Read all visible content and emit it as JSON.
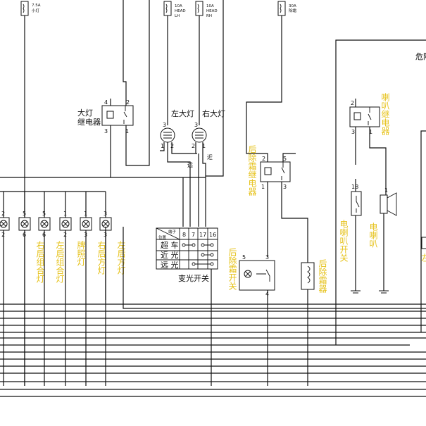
{
  "fuses": [
    {
      "rating": "7.5A",
      "name": "小灯"
    },
    {
      "rating": "10A",
      "name": "HEAD",
      "sub": "LH"
    },
    {
      "rating": "10A",
      "name": "HEAD",
      "sub": "RH"
    },
    {
      "rating": "30A",
      "name": "除霜"
    }
  ],
  "top_right_label": "危险",
  "headlamp_relay": {
    "label_line1": "大灯",
    "label_line2": "继电器",
    "pins": [
      "4",
      "2",
      "3",
      "1"
    ]
  },
  "left_headlamp": {
    "label": "左大灯",
    "pins": [
      "3",
      "1",
      "2"
    ]
  },
  "right_headlamp": {
    "label": "右大灯",
    "pins": [
      "3",
      "2",
      "1"
    ]
  },
  "beam_labels": {
    "far": "远",
    "near": "近"
  },
  "defrost_relay": {
    "label": "后除霜继电器",
    "pins": [
      "2",
      "5",
      "1",
      "3"
    ]
  },
  "horn_relay": {
    "label": "喇叭继电器",
    "pins": [
      "2",
      "3",
      "1"
    ]
  },
  "lamp_row": {
    "lamps": [
      {
        "pin_top": "2",
        "pin_bottom": "2",
        "label": ""
      },
      {
        "pin_top": "5",
        "pin_bottom": "6",
        "label": "右后组合灯"
      },
      {
        "pin_top": "5",
        "pin_bottom": "6",
        "label": "左后组合灯"
      },
      {
        "pin_top": "1",
        "pin_bottom": "2",
        "label": "牌照灯"
      },
      {
        "pin_top": "1",
        "pin_bottom": "3",
        "label": "右后方灯"
      },
      {
        "pin_top": "3",
        "pin_bottom": "3",
        "label": "左后方灯"
      }
    ]
  },
  "dimmer_switch": {
    "header_terminal": "端子",
    "header_position": "位置",
    "terminals": [
      "8",
      "7",
      "17",
      "16"
    ],
    "rows": [
      "超 车",
      "近 光",
      "远 光"
    ],
    "caption": "变光开关"
  },
  "defrost_switch": {
    "label": "后除霜开关",
    "pins": [
      "5",
      "3",
      "4"
    ]
  },
  "defrost_heater": {
    "label": "后除霜器"
  },
  "horn_switch": {
    "label": "电喇叭开关",
    "pin": "18"
  },
  "horn": {
    "label": "电喇叭",
    "pin": "1"
  },
  "right_edge_label": "左"
}
